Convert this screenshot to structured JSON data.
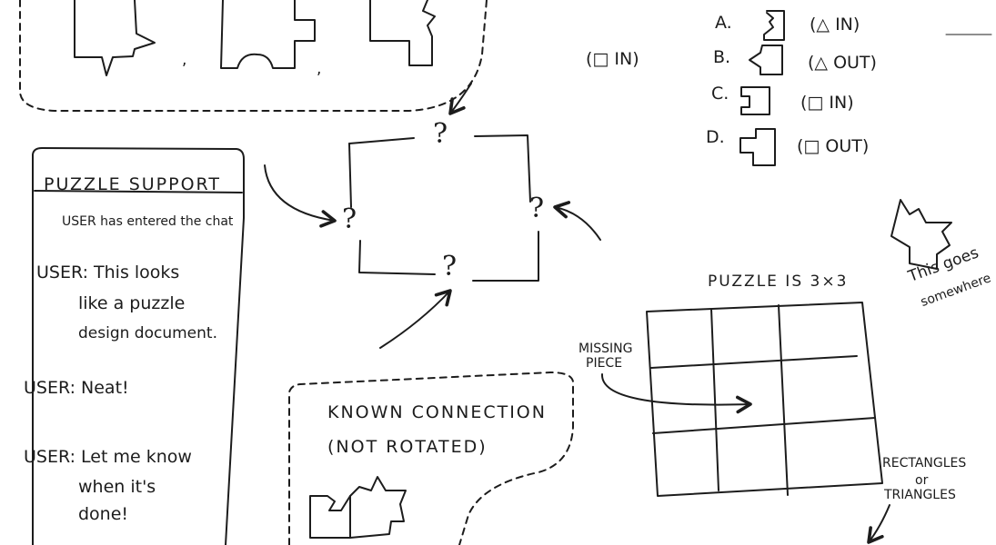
{
  "chat": {
    "title": "PUZZLE SUPPORT",
    "system": "USER has entered the chat",
    "messages": [
      {
        "line1": "USER: This looks",
        "line2": "like a puzzle",
        "line3": "design document."
      },
      {
        "line1": "USER: Neat!"
      },
      {
        "line1": "USER: Let me know",
        "line2": "when it's",
        "line3": "done!"
      }
    ]
  },
  "hint": "(□ IN)",
  "options": [
    {
      "letter": "A.",
      "text": "(△ IN)"
    },
    {
      "letter": "B.",
      "text": "(△ OUT)"
    },
    {
      "letter": "C.",
      "text": "(□ IN)"
    },
    {
      "letter": "D.",
      "text": "(□ OUT)"
    }
  ],
  "question_mark": "?",
  "side_note": {
    "line1": "This goes",
    "line2": "somewhere"
  },
  "grid": {
    "title": "PUZZLE IS 3×3",
    "rows": 3,
    "cols": 3,
    "missing_label_1": "MISSING",
    "missing_label_2": "PIECE"
  },
  "known": {
    "line1": "KNOWN CONNECTION",
    "line2": "(NOT ROTATED)"
  },
  "shapes_note": {
    "line1": "RECTANGLES",
    "line2": "or",
    "line3": "TRIANGLES"
  },
  "separators": [
    ",",
    ","
  ]
}
